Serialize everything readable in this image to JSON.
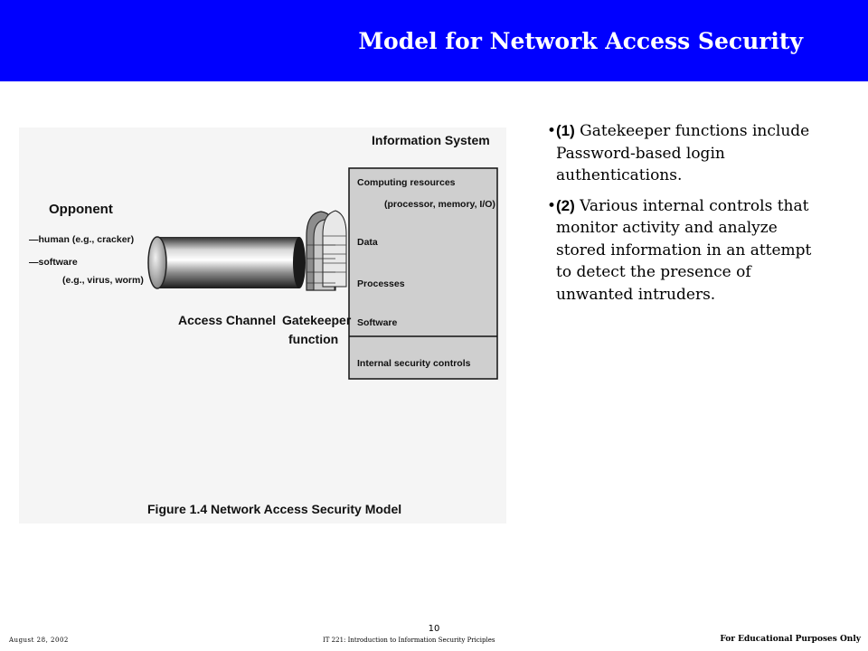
{
  "header": {
    "title": "Model for Network Access Security",
    "bg_color": "#0000ff"
  },
  "figure": {
    "info_system_label": "Information System",
    "opponent_label": "Opponent",
    "opponent_human": "—human (e.g., cracker)",
    "opponent_software": "—software",
    "opponent_software_example": "(e.g., virus, worm)",
    "access_channel_label": "Access Channel",
    "gatekeeper_label_line1": "Gatekeeper",
    "gatekeeper_label_line2": "function",
    "box_items": {
      "computing_resources": "Computing resources",
      "computing_resources_detail": "(processor, memory, I/O)",
      "data": "Data",
      "processes": "Processes",
      "software": "Software",
      "internal_controls": "Internal security controls"
    },
    "caption": "Figure 1.4 Network Access Security Model"
  },
  "bullets": [
    {
      "num": "(1)",
      "text": " Gatekeeper functions include Password-based login authentications."
    },
    {
      "num": "(2)",
      "text": " Various internal controls that monitor activity and analyze stored information in an attempt to detect the presence of unwanted intruders."
    }
  ],
  "footer": {
    "page_number": "10",
    "date": "August 28, 2002",
    "course": "IT 221: Introduction to Information Security Priciples",
    "note": "For Educational Purposes Only"
  }
}
